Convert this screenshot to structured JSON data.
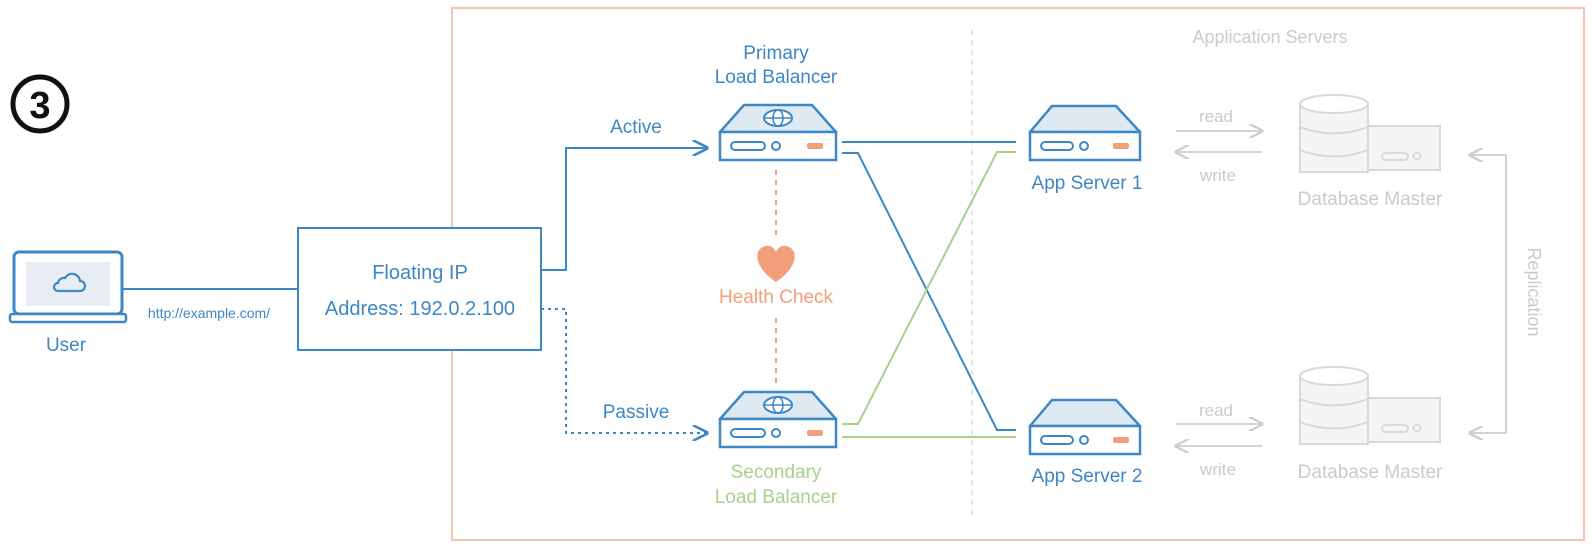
{
  "step": {
    "number": "3"
  },
  "user": {
    "label": "User",
    "url": "http://example.com/"
  },
  "floating_ip": {
    "line1": "Floating IP",
    "line2": "Address: 192.0.2.100"
  },
  "primary_lb": {
    "line1": "Primary",
    "line2": "Load Balancer"
  },
  "secondary_lb": {
    "line1": "Secondary",
    "line2": "Load Balancer"
  },
  "links": {
    "active": "Active",
    "passive": "Passive"
  },
  "health_check": {
    "label": "Health Check"
  },
  "app_servers": {
    "heading": "Application Servers",
    "server1": "App Server 1",
    "server2": "App Server 2"
  },
  "db": {
    "master1": "Database Master",
    "master2": "Database Master",
    "read": "read",
    "write": "write",
    "replication": "Replication"
  },
  "colors": {
    "blue": "#3d87c5",
    "green": "#a7d08c",
    "orange": "#f29f7b",
    "border": "#f7c3a8",
    "grey": "#cfd3d6",
    "lightgrey": "#f1f3f4"
  }
}
